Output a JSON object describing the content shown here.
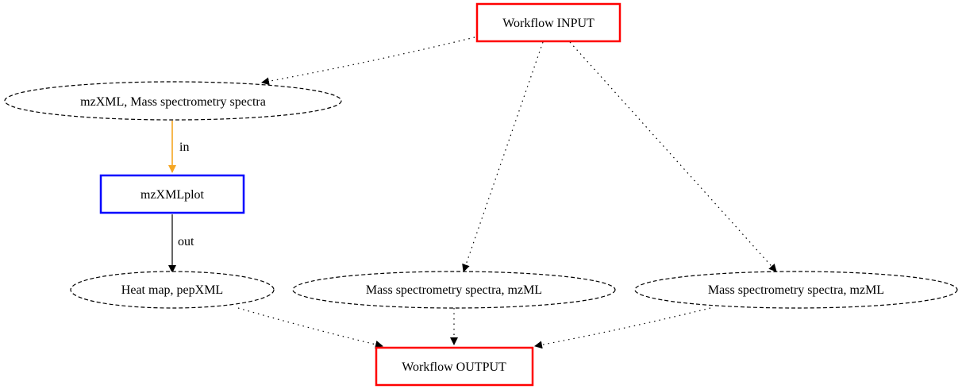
{
  "nodes": {
    "workflow_input": {
      "label": "Workflow INPUT",
      "border_color": "#ff0000"
    },
    "mzxml_spectra": {
      "label": "mzXML, Mass spectrometry spectra"
    },
    "mzxmlplot": {
      "label": "mzXMLplot",
      "border_color": "#0000ff"
    },
    "heat_map": {
      "label": "Heat map, pepXML"
    },
    "mzml_spectra_1": {
      "label": "Mass spectrometry spectra, mzML"
    },
    "mzml_spectra_2": {
      "label": "Mass spectrometry spectra, mzML"
    },
    "workflow_output": {
      "label": "Workflow OUTPUT",
      "border_color": "#ff0000"
    }
  },
  "edges": {
    "in": {
      "label": "in",
      "color": "#f5a623"
    },
    "out": {
      "label": "out",
      "color": "#000000"
    }
  }
}
